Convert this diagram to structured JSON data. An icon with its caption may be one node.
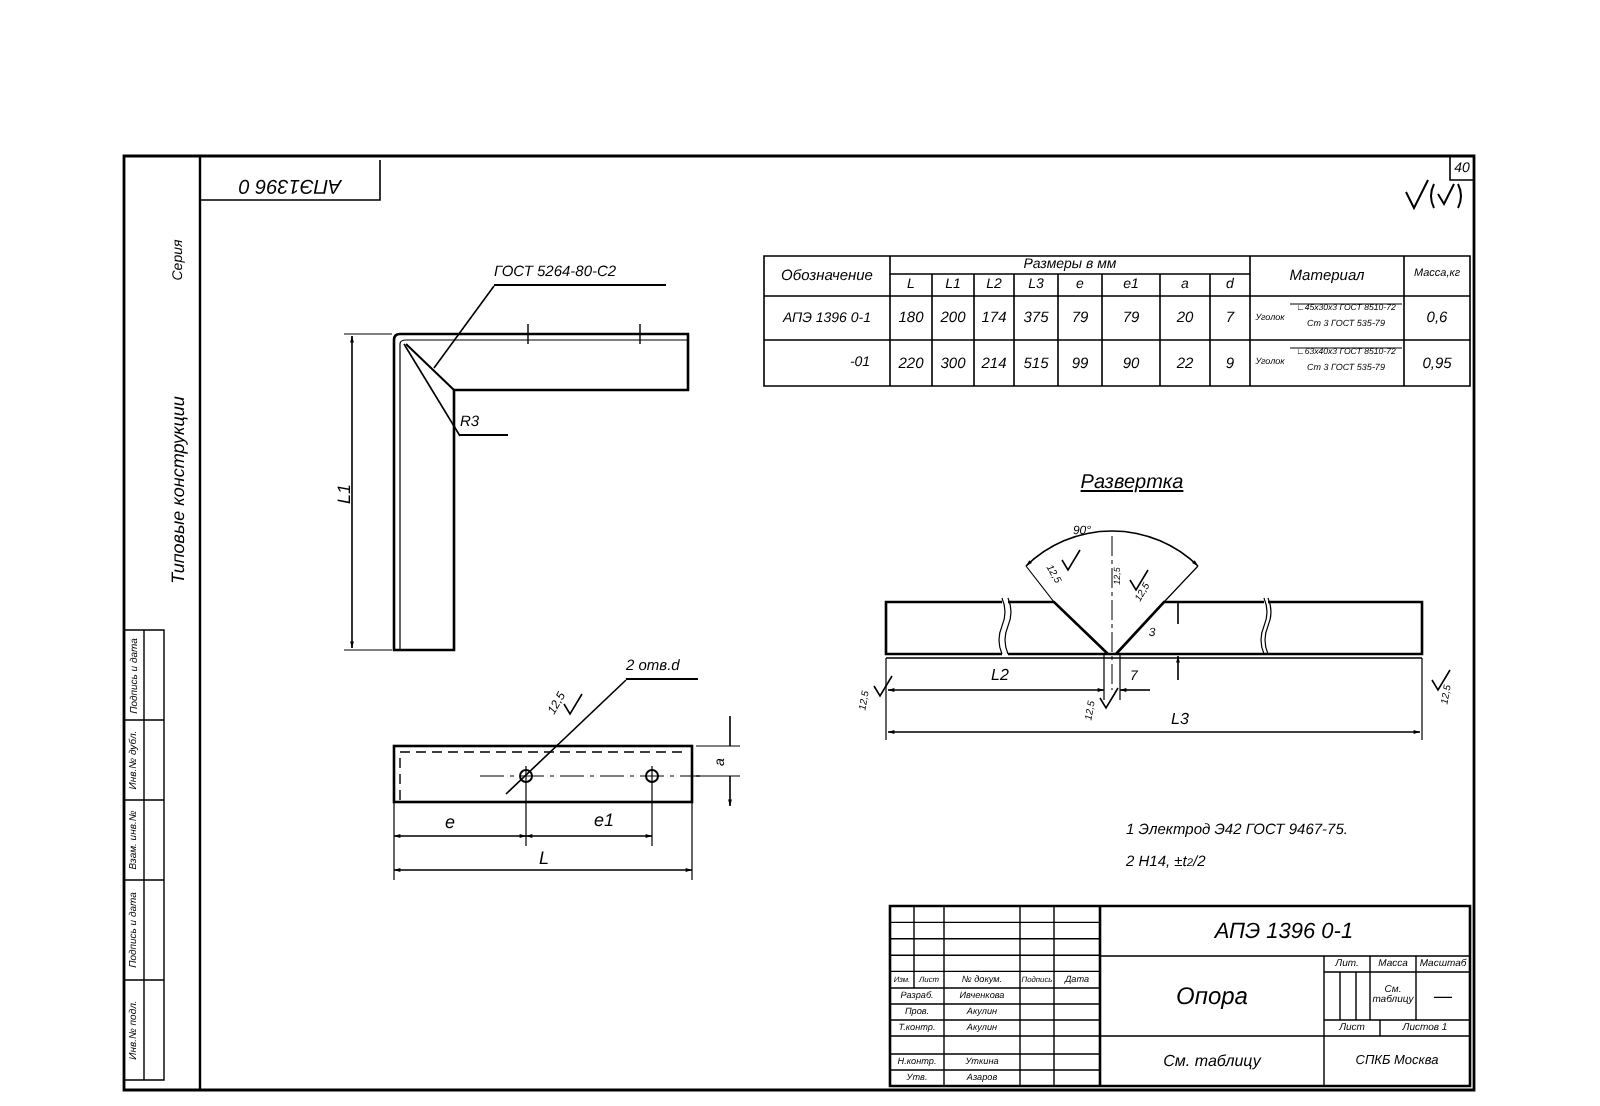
{
  "diagram": {
    "nodes": [
      {
        "text": [
          "ГОСТ 5264-80-С2"
        ]
      },
      {
        "text": [
          "R3"
        ]
      },
      {
        "text": [
          "2 отв.d"
        ]
      }
    ],
    "edges": [
      {
        "from": 0,
        "to": null,
        "arrow": "none"
      },
      {
        "from": 1,
        "to": null,
        "arrow": "none"
      },
      {
        "from": 2,
        "to": null,
        "arrow": "none"
      }
    ],
    "labels": [
      "АПЭ1396 0",
      "40",
      "Серия",
      "Типовые конструкции",
      "Инв.№ подл.",
      "Подпись и дата",
      "Взам. инв.№",
      "Инв.№ дубл.",
      "Подпись и дата",
      "Обозначение",
      "Размеры в мм",
      "L",
      "L1",
      "L2",
      "L3",
      "e",
      "e1",
      "a",
      "d",
      "Материал",
      "Масса,кг",
      "АПЭ 1396 0-1",
      "180",
      "200",
      "174",
      "375",
      "79",
      "79",
      "20",
      "7",
      "Уголок",
      "∟45x30x3 ГОСТ 8510-72",
      "Ст 3 ГОСТ 535-79",
      "0,6",
      "-01",
      "220",
      "300",
      "214",
      "515",
      "99",
      "90",
      "22",
      "9",
      "Уголок",
      "∟63x40x3 ГОСТ 8510-72",
      "Ст 3 ГОСТ 535-79",
      "0,95",
      "L1",
      "12,5",
      "a",
      "e",
      "e1",
      "L",
      "Развертка",
      "90°",
      "12,5",
      "12,5",
      "12,5",
      "3",
      "L2",
      "7",
      "12,5",
      "12,5",
      "12,5",
      "L3",
      "1 Электрод Э42 ГОСТ 9467-75.",
      "2 Н14, ±t$_{2}$/2",
      "АПЭ 1396 0-1",
      "Изм.",
      "Лист",
      "№ докум.",
      "Подпись",
      "Дата",
      "Разраб.",
      "Ивченкова",
      "Пров.",
      "Акулин",
      "Т.контр.",
      "Акулин",
      "Н.контр.",
      "Уткина",
      "Утв.",
      "Азаров",
      "Опора",
      "Лит.",
      "Масса",
      "Масштаб",
      "См. таблицу",
      "—",
      "Лист",
      "Листов 1",
      "См. таблицу",
      "СПКБ Москва"
    ]
  }
}
